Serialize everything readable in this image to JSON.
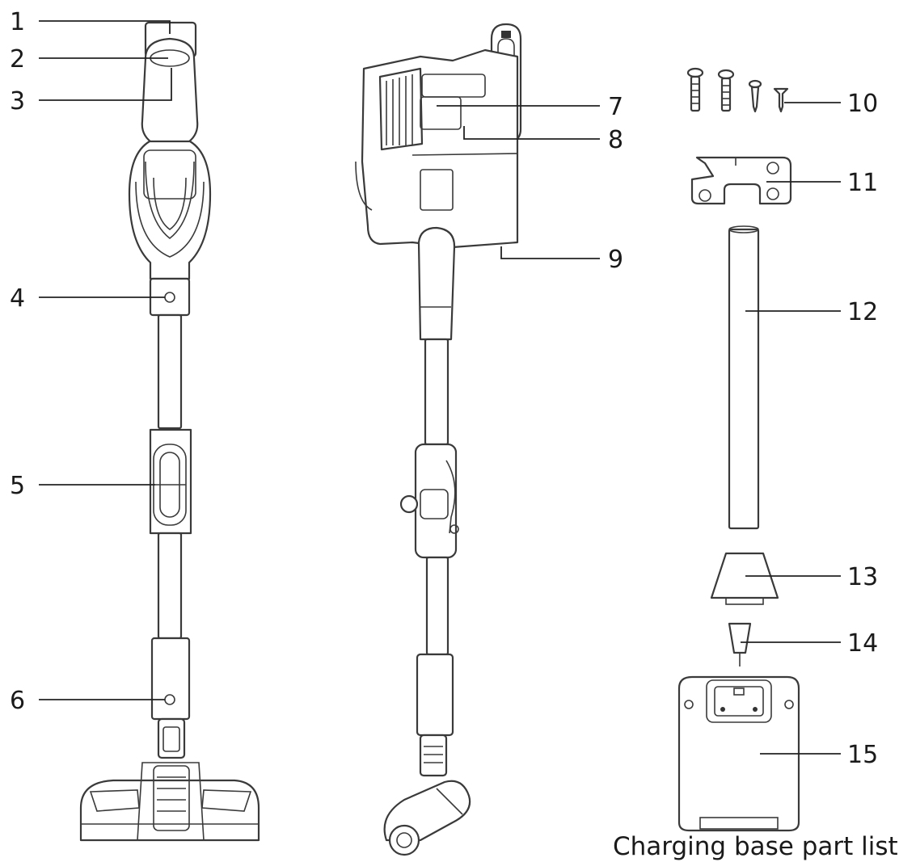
{
  "callouts": [
    "1",
    "2",
    "3",
    "4",
    "5",
    "6",
    "7",
    "8",
    "9",
    "10",
    "11",
    "12",
    "13",
    "14",
    "15"
  ],
  "caption": "Charging base part list",
  "colors": {
    "line": "#3a3a3a",
    "text": "#1a1a1a",
    "background": "#ffffff"
  }
}
